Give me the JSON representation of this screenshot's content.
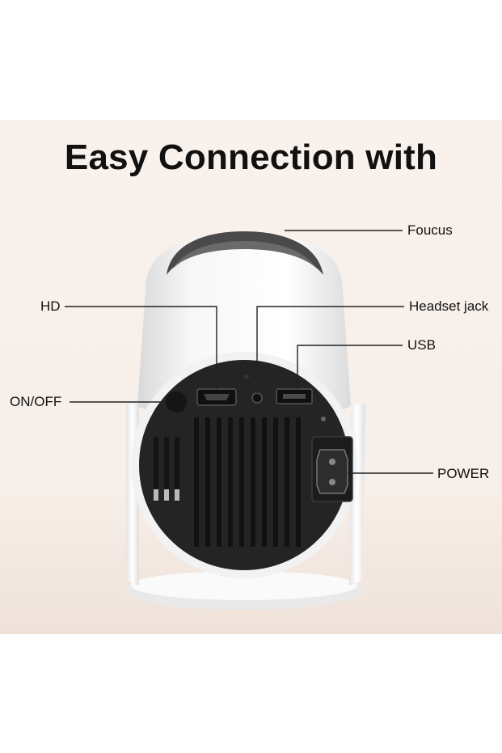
{
  "title": "Easy Connection with",
  "labels": {
    "focus": "Foucus",
    "hd": "HD",
    "headset": "Headset jack",
    "usb": "USB",
    "onoff": "ON/OFF",
    "power": "POWER"
  },
  "colors": {
    "background_panel": "#f7efe9",
    "body_white": "#f4f4f4",
    "port_panel": "#2a2a2a",
    "leader_line": "#222222"
  }
}
